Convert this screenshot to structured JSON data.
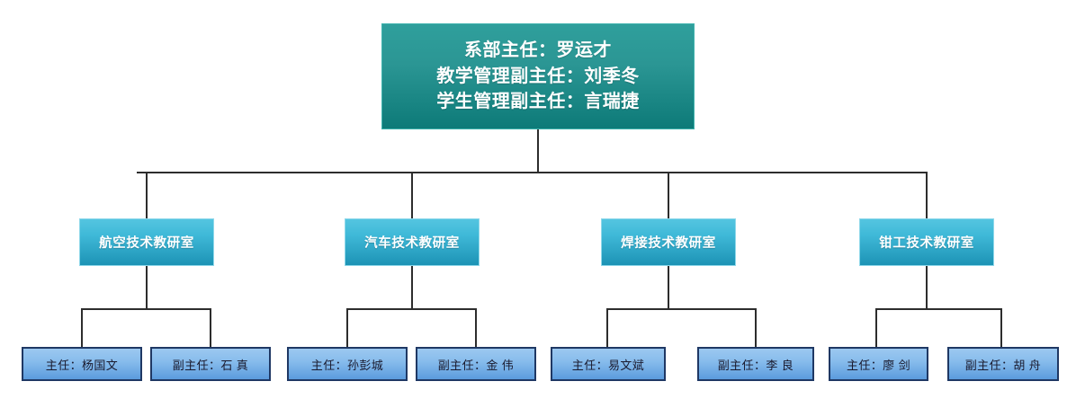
{
  "diagram": {
    "type": "organization-chart",
    "title_lines": [
      "系部主任：罗运才",
      "教学管理副主任：刘季冬",
      "学生管理副主任：言瑞捷"
    ],
    "root": {
      "name": "department-leadership",
      "line1": "系部主任：罗运才",
      "line2": "教学管理副主任：刘季冬",
      "line3": "学生管理副主任：言瑞捷"
    },
    "departments": [
      {
        "id": "aviation",
        "label": "航空技术教研室",
        "leaders": [
          {
            "role": "director",
            "label": "主任：杨国文"
          },
          {
            "role": "deputy-director",
            "label": "副主任：石 真"
          }
        ]
      },
      {
        "id": "automobile",
        "label": "汽车技术教研室",
        "leaders": [
          {
            "role": "director",
            "label": "主任：孙彭城"
          },
          {
            "role": "deputy-director",
            "label": "副主任：金 伟"
          }
        ]
      },
      {
        "id": "welding",
        "label": "焊接技术教研室",
        "leaders": [
          {
            "role": "director",
            "label": "主任：易文斌"
          },
          {
            "role": "deputy-director",
            "label": "副主任：李 良"
          }
        ]
      },
      {
        "id": "fitter",
        "label": "钳工技术教研室",
        "leaders": [
          {
            "role": "director",
            "label": "主任：廖 剑"
          },
          {
            "role": "deputy-director",
            "label": "副主任：胡 舟"
          }
        ]
      }
    ],
    "colors": {
      "root_box_top": "#2f9f9c",
      "root_box_bottom": "#0d7a78",
      "dept_box_top": "#54c5e0",
      "dept_box_bottom": "#1d93b5",
      "leaf_box_top": "#9cc8f0",
      "leaf_box_bottom": "#5b9bdd",
      "leaf_border": "#1f3864",
      "connector": "#2d2d2d",
      "root_text": "#ffffff",
      "dept_text": "#ffffff",
      "leaf_text": "#1a1a2e",
      "background": "#ffffff"
    }
  }
}
